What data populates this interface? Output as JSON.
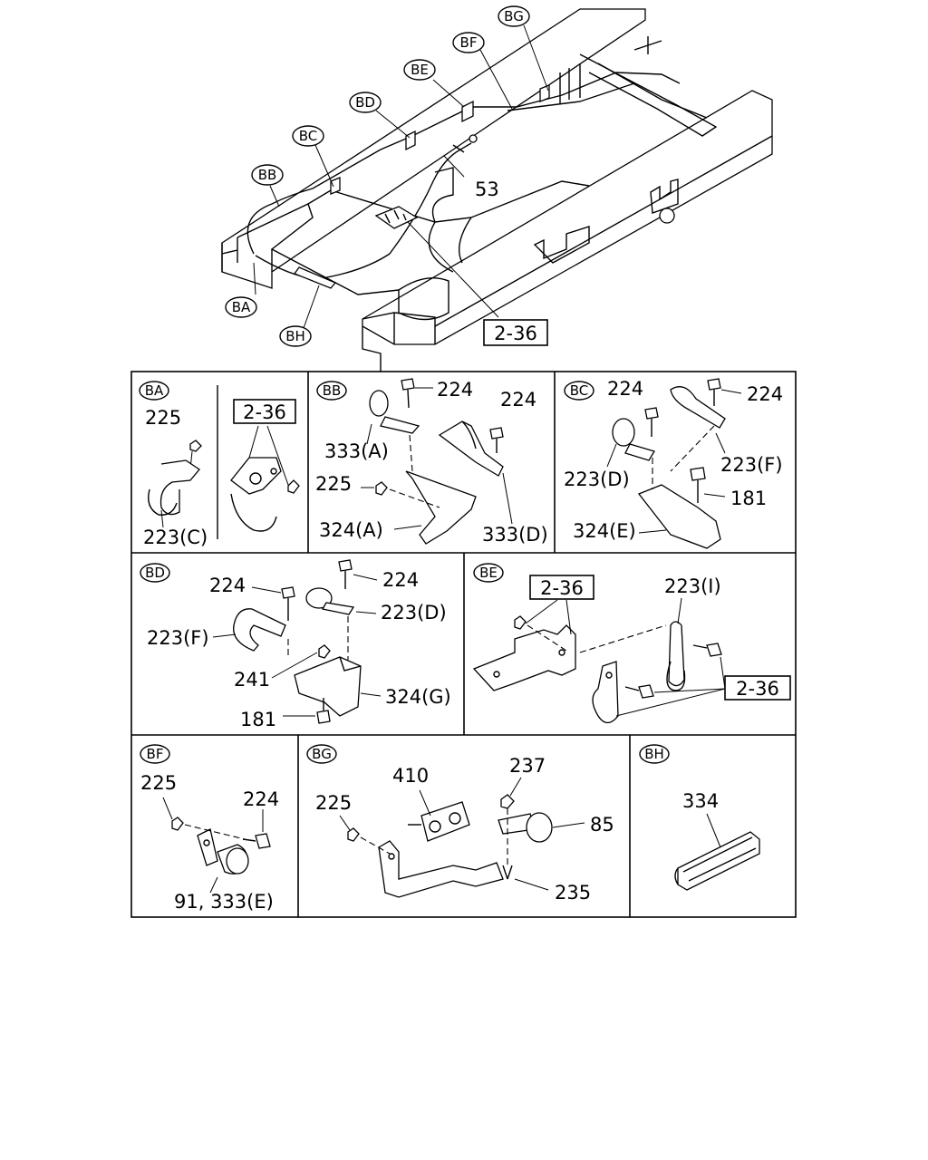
{
  "overview": {
    "callouts": [
      "BG",
      "BF",
      "BE",
      "BD",
      "BC",
      "BB",
      "BA",
      "BH"
    ],
    "part_53": "53",
    "ref_box": "2-36"
  },
  "panels": {
    "BA": {
      "tag": "BA",
      "p225": "225",
      "p223c": "223(C)",
      "ref": "2-36"
    },
    "BB": {
      "tag": "BB",
      "p224a": "224",
      "p224b": "224",
      "p333a": "333(A)",
      "p225": "225",
      "p324a": "324(A)",
      "p333d": "333(D)"
    },
    "BC": {
      "tag": "BC",
      "p224a": "224",
      "p224b": "224",
      "p223d": "223(D)",
      "p223f": "223(F)",
      "p181": "181",
      "p324e": "324(E)"
    },
    "BD": {
      "tag": "BD",
      "p224a": "224",
      "p224b": "224",
      "p223f": "223(F)",
      "p223d": "223(D)",
      "p241": "241",
      "p324g": "324(G)",
      "p181": "181"
    },
    "BE": {
      "tag": "BE",
      "ref1": "2-36",
      "p223i": "223(I)",
      "ref2": "2-36"
    },
    "BF": {
      "tag": "BF",
      "p225": "225",
      "p224": "224",
      "p91": "91, 333(E)"
    },
    "BG": {
      "tag": "BG",
      "p410": "410",
      "p237": "237",
      "p225": "225",
      "p85": "85",
      "p235": "235"
    },
    "BH": {
      "tag": "BH",
      "p334": "334"
    }
  }
}
